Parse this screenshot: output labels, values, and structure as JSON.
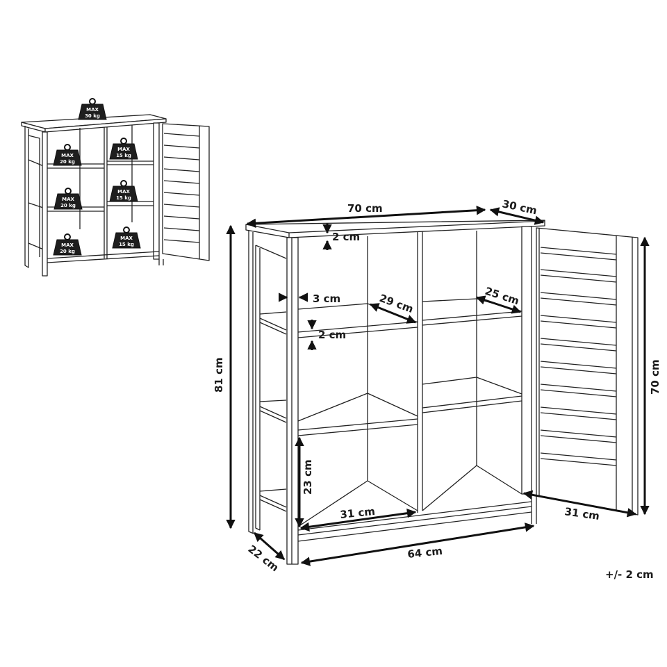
{
  "diagram": {
    "type": "product dimension drawing",
    "subject": "Two-door style cabinet with 6 open compartments and louvered door",
    "colors": {
      "line": "#222222",
      "background": "#ffffff",
      "weight_badge": "#1e1e1e"
    }
  },
  "thumbnail": {
    "top_load": {
      "line1": "MAX",
      "line2": "30 kg"
    },
    "left_column_loads": [
      {
        "line1": "MAX",
        "line2": "20 kg"
      },
      {
        "line1": "MAX",
        "line2": "20 kg"
      },
      {
        "line1": "MAX",
        "line2": "20 kg"
      }
    ],
    "right_column_loads": [
      {
        "line1": "MAX",
        "line2": "15 kg"
      },
      {
        "line1": "MAX",
        "line2": "15 kg"
      },
      {
        "line1": "MAX",
        "line2": "15 kg"
      }
    ]
  },
  "dimensions": {
    "width_top": "70 cm",
    "depth_top": "30 cm",
    "top_thickness": "2 cm",
    "side_panel_thickness": "3 cm",
    "shelf_depth_left": "29 cm",
    "shelf_depth_right": "25 cm",
    "shelf_thickness": "2 cm",
    "total_height": "81 cm",
    "compartment_height": "23 cm",
    "compartment_width": "31 cm",
    "inner_width": "64 cm",
    "leg_depth": "22 cm",
    "door_height": "70 cm",
    "door_width": "31 cm"
  },
  "tolerance": "+/- 2 cm"
}
